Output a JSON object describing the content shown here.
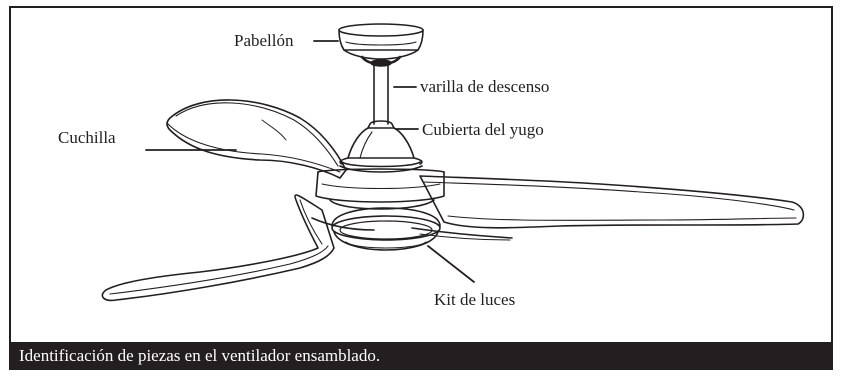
{
  "labels": {
    "canopy": "Pabellón",
    "downrod": "varilla de descenso",
    "blade": "Cuchilla",
    "yoke_cover": "Cubierta del yugo",
    "light_kit": "Kit de luces"
  },
  "caption": "Identificación de piezas en el ventilador ensamblado.",
  "colors": {
    "ink": "#231f20",
    "caption_bg": "#231f20",
    "caption_text": "#ffffff"
  }
}
